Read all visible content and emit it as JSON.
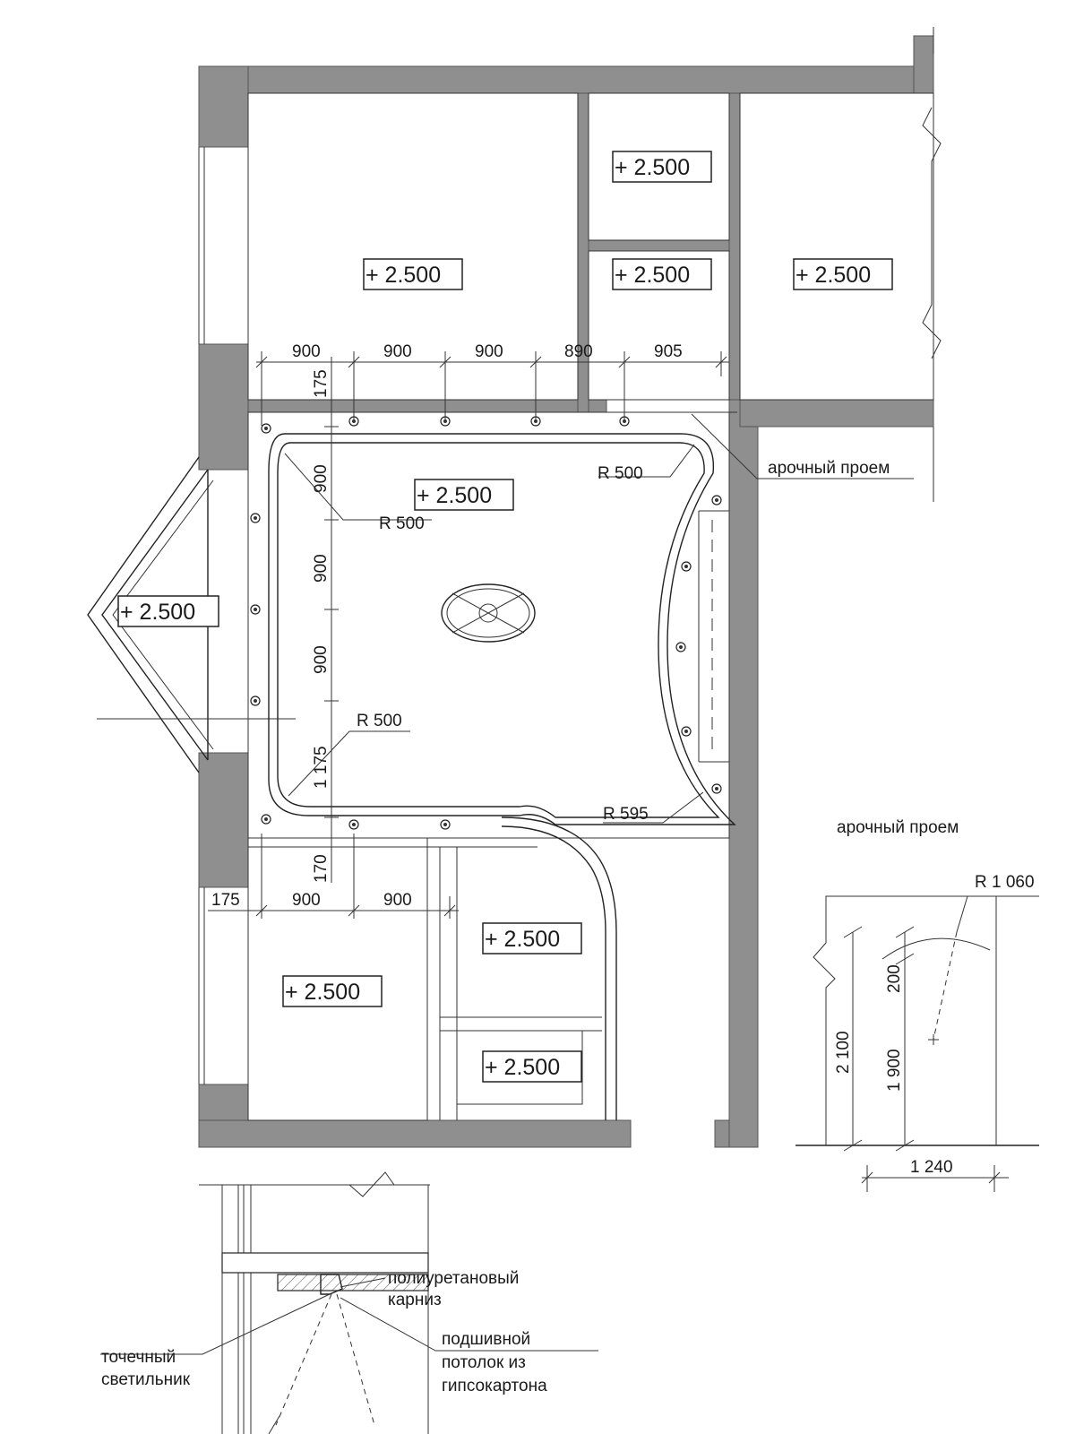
{
  "levels": {
    "room_top_left": "+ 2.500",
    "room_top_mid_upper": "+ 2.500",
    "room_top_mid_lower": "+ 2.500",
    "room_top_right": "+ 2.500",
    "living_room": "+ 2.500",
    "bay_window": "+ 2.500",
    "room_bottom_left": "+ 2.500",
    "room_bottom_mid_upper": "+ 2.500",
    "room_bottom_mid_lower": "+ 2.500"
  },
  "dimensions": {
    "top_row": [
      "900",
      "900",
      "900",
      "890",
      "905"
    ],
    "top_offset": "175",
    "left_column": [
      "900",
      "900",
      "900",
      "1 175"
    ],
    "bottom_offset": "170",
    "bottom_row": [
      "175",
      "900",
      "900"
    ],
    "radius_top_left": "R 500",
    "radius_top_right": "R 500",
    "radius_bottom_left": "R 500",
    "radius_bottom_right": "R 595"
  },
  "arch": {
    "plan_label": "арочный проем",
    "detail_title": "арочный проем",
    "radius": "R 1 060",
    "height_total": "2 100",
    "height_rise": "200",
    "height_spring": "1 900",
    "width": "1 240"
  },
  "section": {
    "cornice_line1": "полиуретановый",
    "cornice_line2": "карниз",
    "ceiling_line1": "подшивной",
    "ceiling_line2": "потолок из",
    "ceiling_line3": "гипсокартона",
    "spot_line1": "точечный",
    "spot_line2": "светильник"
  }
}
